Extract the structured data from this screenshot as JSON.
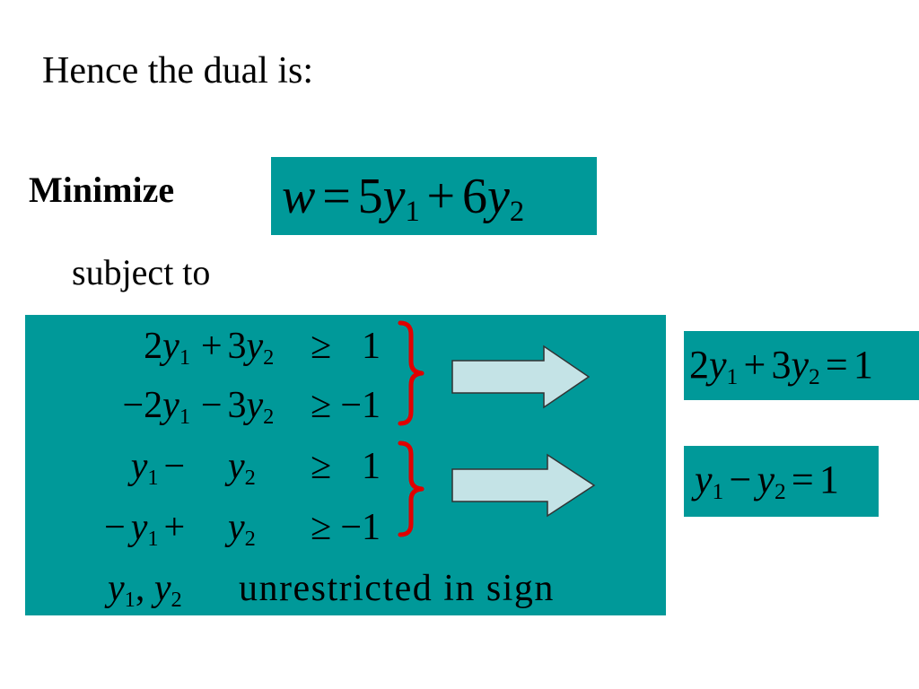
{
  "heading": "Hence the dual is:",
  "minimize_label": "Minimize",
  "subject_to_label": "subject to",
  "objective": {
    "lhs": "w",
    "eq": "=",
    "c1": "5",
    "v1": "y",
    "s1": "1",
    "plus": "+",
    "c2": "6",
    "v2": "y",
    "s2": "2"
  },
  "constraints": [
    {
      "a": "2",
      "v1": "y",
      "s1": "1",
      "op": "+",
      "b": "3",
      "v2": "y",
      "s2": "2",
      "rel": "≥",
      "rhs": "1"
    },
    {
      "a": "−2",
      "v1": "y",
      "s1": "1",
      "op": "−",
      "b": "3",
      "v2": "y",
      "s2": "2",
      "rel": "≥",
      "rhs": "−1"
    },
    {
      "a": "",
      "v1": "y",
      "s1": "1",
      "op": "−",
      "b": "",
      "v2": "y",
      "s2": "2",
      "rel": "≥",
      "rhs": "1"
    },
    {
      "a": "−",
      "v1": "y",
      "s1": "1",
      "op": "+",
      "b": "",
      "v2": "y",
      "s2": "2",
      "rel": "≥",
      "rhs": "−1"
    }
  ],
  "sign_restriction": {
    "v1": "y",
    "s1": "1",
    "comma": ",",
    "v2": "y",
    "s2": "2",
    "text": "unrestricted in sign"
  },
  "results": [
    {
      "a": "2",
      "v1": "y",
      "s1": "1",
      "op": "+",
      "b": "3",
      "v2": "y",
      "s2": "2",
      "eq": "=",
      "rhs": "1"
    },
    {
      "a": "",
      "v1": "y",
      "s1": "1",
      "op": "−",
      "b": "",
      "v2": "y",
      "s2": "2",
      "eq": "=",
      "rhs": "1"
    }
  ],
  "colors": {
    "box": "#009999",
    "brace": "#e00000",
    "arrow_fill": "#c4e3e6",
    "arrow_stroke": "#333333"
  },
  "icons": [
    "brace-icon",
    "right-arrow-icon"
  ]
}
